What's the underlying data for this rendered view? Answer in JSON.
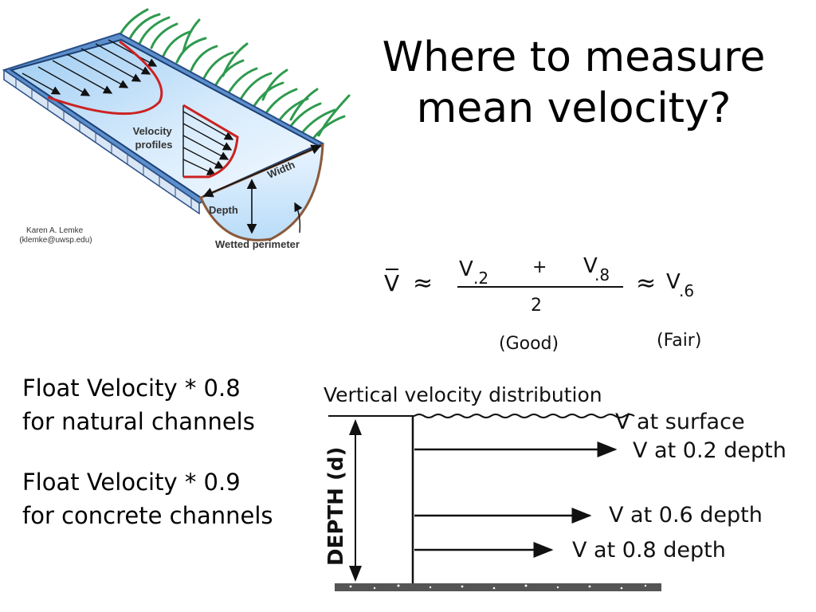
{
  "slide": {
    "title_lines": [
      "Where to measure",
      "mean velocity?"
    ],
    "bullets": [
      {
        "lines": [
          "Float Velocity * 0.8",
          "for natural channels"
        ]
      },
      {
        "lines": [
          "Float Velocity * 0.9",
          "for concrete channels"
        ]
      }
    ]
  },
  "channel_diagram": {
    "velocity_profiles_lines": [
      "Velocity",
      "profiles"
    ],
    "width_label": "Width",
    "depth_label": "Depth",
    "wetted_perimeter_label": "Wetted perimeter",
    "credit_lines": [
      "Karen A. Lemke",
      "(klemke@uwsp.edu)"
    ]
  },
  "formula": {
    "vbar": "V",
    "approx": "≈",
    "v": "V",
    "sub_02": ".2",
    "plus": "+",
    "sub_08": ".8",
    "denominator": "2",
    "sub_06": ".6",
    "good_label": "(Good)",
    "fair_label": "(Fair)"
  },
  "vertical_distribution": {
    "title": "Vertical velocity distribution",
    "axis_label": "DEPTH (d)",
    "arrows": [
      {
        "label": "V at surface"
      },
      {
        "label": "V at 0.2 depth"
      },
      {
        "label": "V at 0.6 depth"
      },
      {
        "label": "V at 0.8 depth"
      }
    ]
  },
  "colors": {
    "water_light": "#cfe6fb",
    "water_dark": "#8fc3ef",
    "channel_edge": "#8a5a3c",
    "profile_red": "#cc2222",
    "grass_green": "#2e9a4e"
  }
}
